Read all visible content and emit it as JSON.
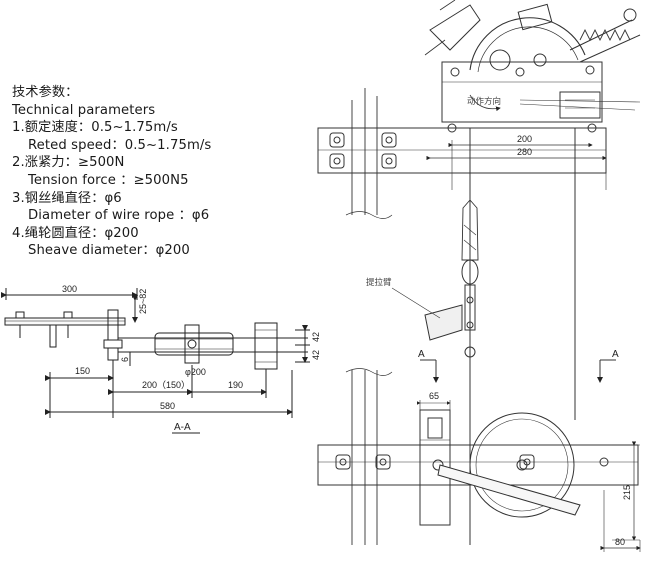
{
  "parameters": {
    "heading_cn": "技术参数：",
    "heading_en": "Technical parameters",
    "items": [
      {
        "cn": "1.额定速度：0.5~1.75m/s",
        "en": "Reted speed：0.5~1.75m/s"
      },
      {
        "cn": "2.涨紧力：≥500N",
        "en": "Tension force ：≥500N5"
      },
      {
        "cn": "3.钢丝绳直径：φ6",
        "en": "Diameter of wire rope ：φ6"
      },
      {
        "cn": "4.绳轮圆直径：φ200",
        "en": "Sheave diameter：φ200"
      }
    ]
  },
  "side_view": {
    "dim_300": "300",
    "dim_25_82": "25~82",
    "dim_6": "6",
    "dim_phi200": "φ200",
    "dim_42a": "42",
    "dim_42b": "42",
    "dim_150": "150",
    "dim_200_150": "200（150）",
    "dim_190": "190",
    "dim_580": "580",
    "section_label": "A-A"
  },
  "main_view": {
    "direction_label": "动作方向",
    "dim_200": "200",
    "dim_280": "280",
    "lever_label": "提拉臂",
    "section_left": "A",
    "section_right": "A",
    "dim_65": "65",
    "dim_215": "215",
    "dim_80": "80"
  }
}
